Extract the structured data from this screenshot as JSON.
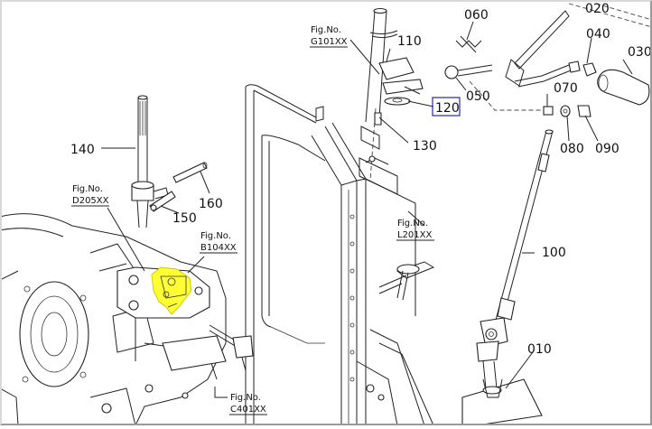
{
  "part_labels": {
    "p010": "010",
    "p020": "020",
    "p030": "030",
    "p040": "040",
    "p050": "050",
    "p060": "060",
    "p070": "070",
    "p080": "080",
    "p090": "090",
    "p100": "100",
    "p110": "110",
    "p120": "120",
    "p130": "130",
    "p140": "140",
    "p150": "150",
    "p160": "160"
  },
  "fig_refs": {
    "g101": {
      "title": "Fig.No.",
      "code": "G101XX"
    },
    "d205": {
      "title": "Fig.No.",
      "code": "D205XX"
    },
    "b104": {
      "title": "Fig.No.",
      "code": "B104XX"
    },
    "l201": {
      "title": "Fig.No.",
      "code": "L201XX"
    },
    "c401": {
      "title": "Fig.No.",
      "code": "C401XX"
    }
  },
  "highlight_color": "#ffff33",
  "selection_box_color": "#3a3aa8"
}
